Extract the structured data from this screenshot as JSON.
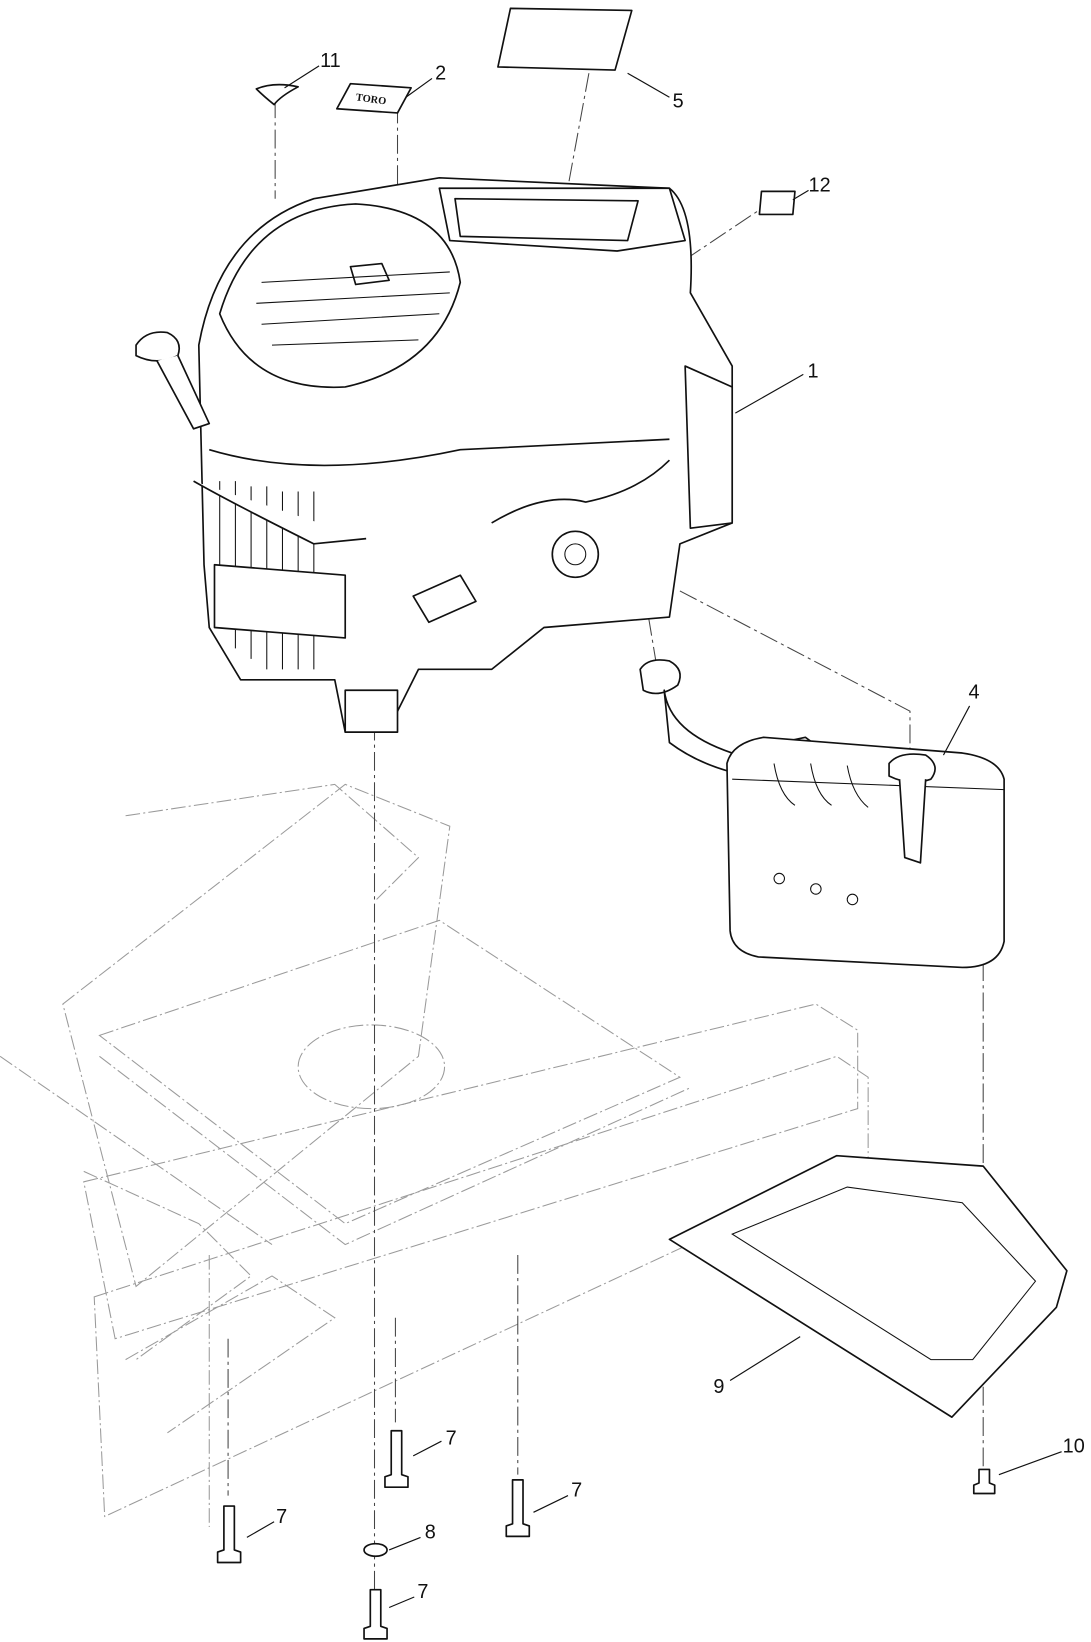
{
  "diagram": {
    "decal_logo_text": "TORO",
    "callouts": [
      "11",
      "2",
      "5",
      "12",
      "1",
      "4",
      "9",
      "10",
      "7",
      "7",
      "7",
      "8",
      "7"
    ]
  }
}
